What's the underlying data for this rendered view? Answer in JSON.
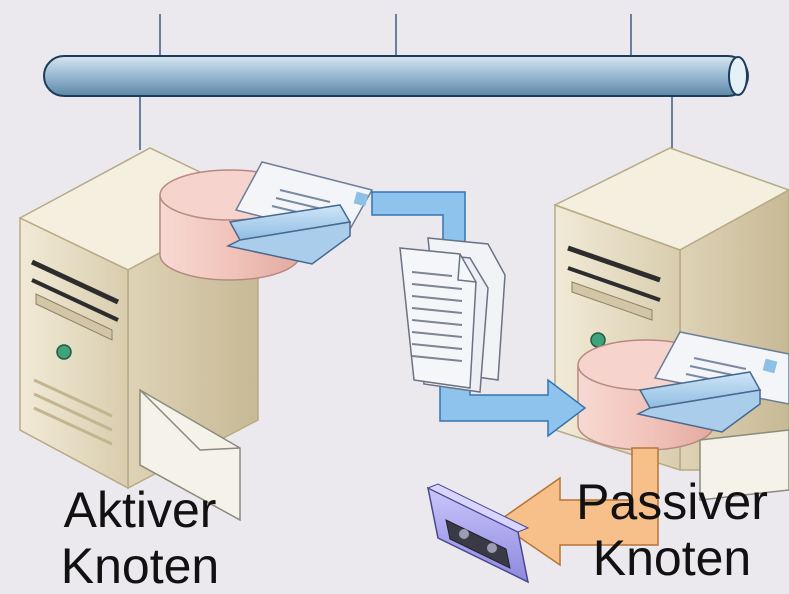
{
  "nodes": {
    "active": {
      "line1": "Aktiver",
      "line2": "Knoten"
    },
    "passive": {
      "line1": "Passiver",
      "line2": "Knoten"
    }
  },
  "icons": [
    "network-bus-icon",
    "server-tower-icon",
    "database-cylinder-icon",
    "mail-tray-icon",
    "envelope-icon",
    "document-stack-icon",
    "tape-cartridge-icon",
    "replication-arrow-icon",
    "backup-arrow-icon"
  ],
  "colors": {
    "background": "#ebe9ee",
    "network_bus": "#8fb3cf",
    "server_body": "#e8dfc6",
    "database": "#f2c8c0",
    "replication_arrow": "#8ec3ee",
    "backup_arrow": "#f7c08a",
    "tape": "#b3b0f0"
  }
}
